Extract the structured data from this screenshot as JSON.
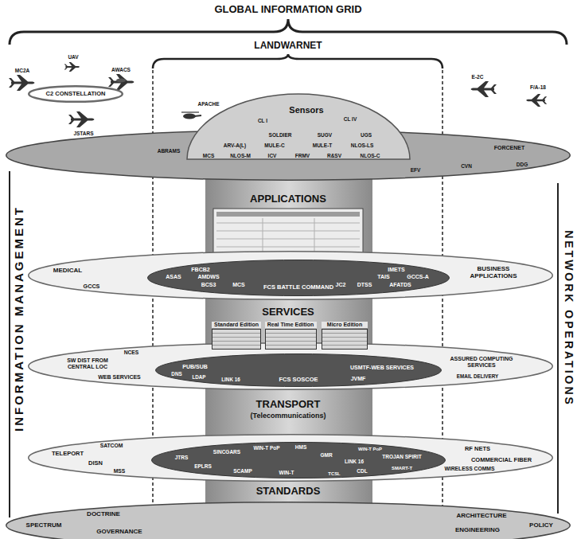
{
  "diagram": {
    "title": "GLOBAL INFORMATION GRID",
    "nodes": [
      {
        "text": [
          "C2 CONSTELLATION"
        ]
      },
      {
        "text": [
          "Sensors"
        ]
      },
      {
        "text": [
          "FORCENET"
        ]
      },
      {
        "text": [
          "MEDICAL",
          "GCCS",
          "BUSINESS APPLICATIONS"
        ]
      },
      {
        "text": [
          "FBCB2",
          "ASAS",
          "AMDWS",
          "BCS3",
          "MCS",
          "FCS BATTLE COMMAND",
          "JC2",
          "DTSS",
          "AFATDS",
          "IMETS",
          "TAIS",
          "GCCS-A"
        ],
        "in": 3
      },
      {
        "text": [
          "Standard Edition"
        ]
      },
      {
        "text": [
          "Real Time Edition"
        ]
      },
      {
        "text": [
          "Micro Edition"
        ]
      },
      {
        "text": [
          "SW DIST FROM CENTRAL LOC",
          "NCES",
          "WEB SERVICES",
          "ASSURED COMPUTING SERVICES",
          "EMAIL DELIVERY"
        ]
      },
      {
        "text": [
          "PUB/SUB",
          "DNS",
          "LDAP",
          "LINK 16",
          "FCS SOSCOE",
          "USMTF-WEB SERVICES",
          "JVMF"
        ],
        "in": 8
      },
      {
        "text": [
          "TELEPORT",
          "SATCOM",
          "DISN",
          "MSS",
          "RF NETS",
          "COMMERCIAL FIBER",
          "WIRELESS COMMS"
        ]
      },
      {
        "text": [
          "JTRS",
          "SINCGARS",
          "EPLRS",
          "SCAMP",
          "WIN-T PoP",
          "HMS",
          "WIN-T",
          "TCSL",
          "GMR",
          "CDL",
          "LINK 16",
          "WIN-T PoP",
          "TROJAN SPIRIT",
          "SMART-T"
        ],
        "in": 10
      },
      {
        "text": [
          "DOCTRINE",
          "SPECTRUM",
          "GOVERNANCE",
          "ARCHITECTURE",
          "ENGINEERING",
          "POLICY"
        ]
      }
    ],
    "labels": [
      "LANDWARNET",
      "MC2A",
      "UAV",
      "AWACS",
      "JSTARS",
      "APACHE",
      "CL I",
      "SOLDIER",
      "CL IV",
      "SUGV",
      "UGS",
      "ARV-A(L)",
      "MULE-C",
      "MULE-T",
      "NLOS-LS",
      "MCS",
      "NLOS-M",
      "ICV",
      "FRMV",
      "R&SV",
      "NLOS-C",
      "ABRAMS",
      "E-2C",
      "F/A-18",
      "EFV",
      "CVN",
      "DDG",
      "APPLICATIONS",
      "SERVICES",
      "TRANSPORT",
      "(Telecommunications)",
      "STANDARDS",
      "INFORMATION MANAGEMENT",
      "NETWORK OPERATIONS"
    ]
  }
}
